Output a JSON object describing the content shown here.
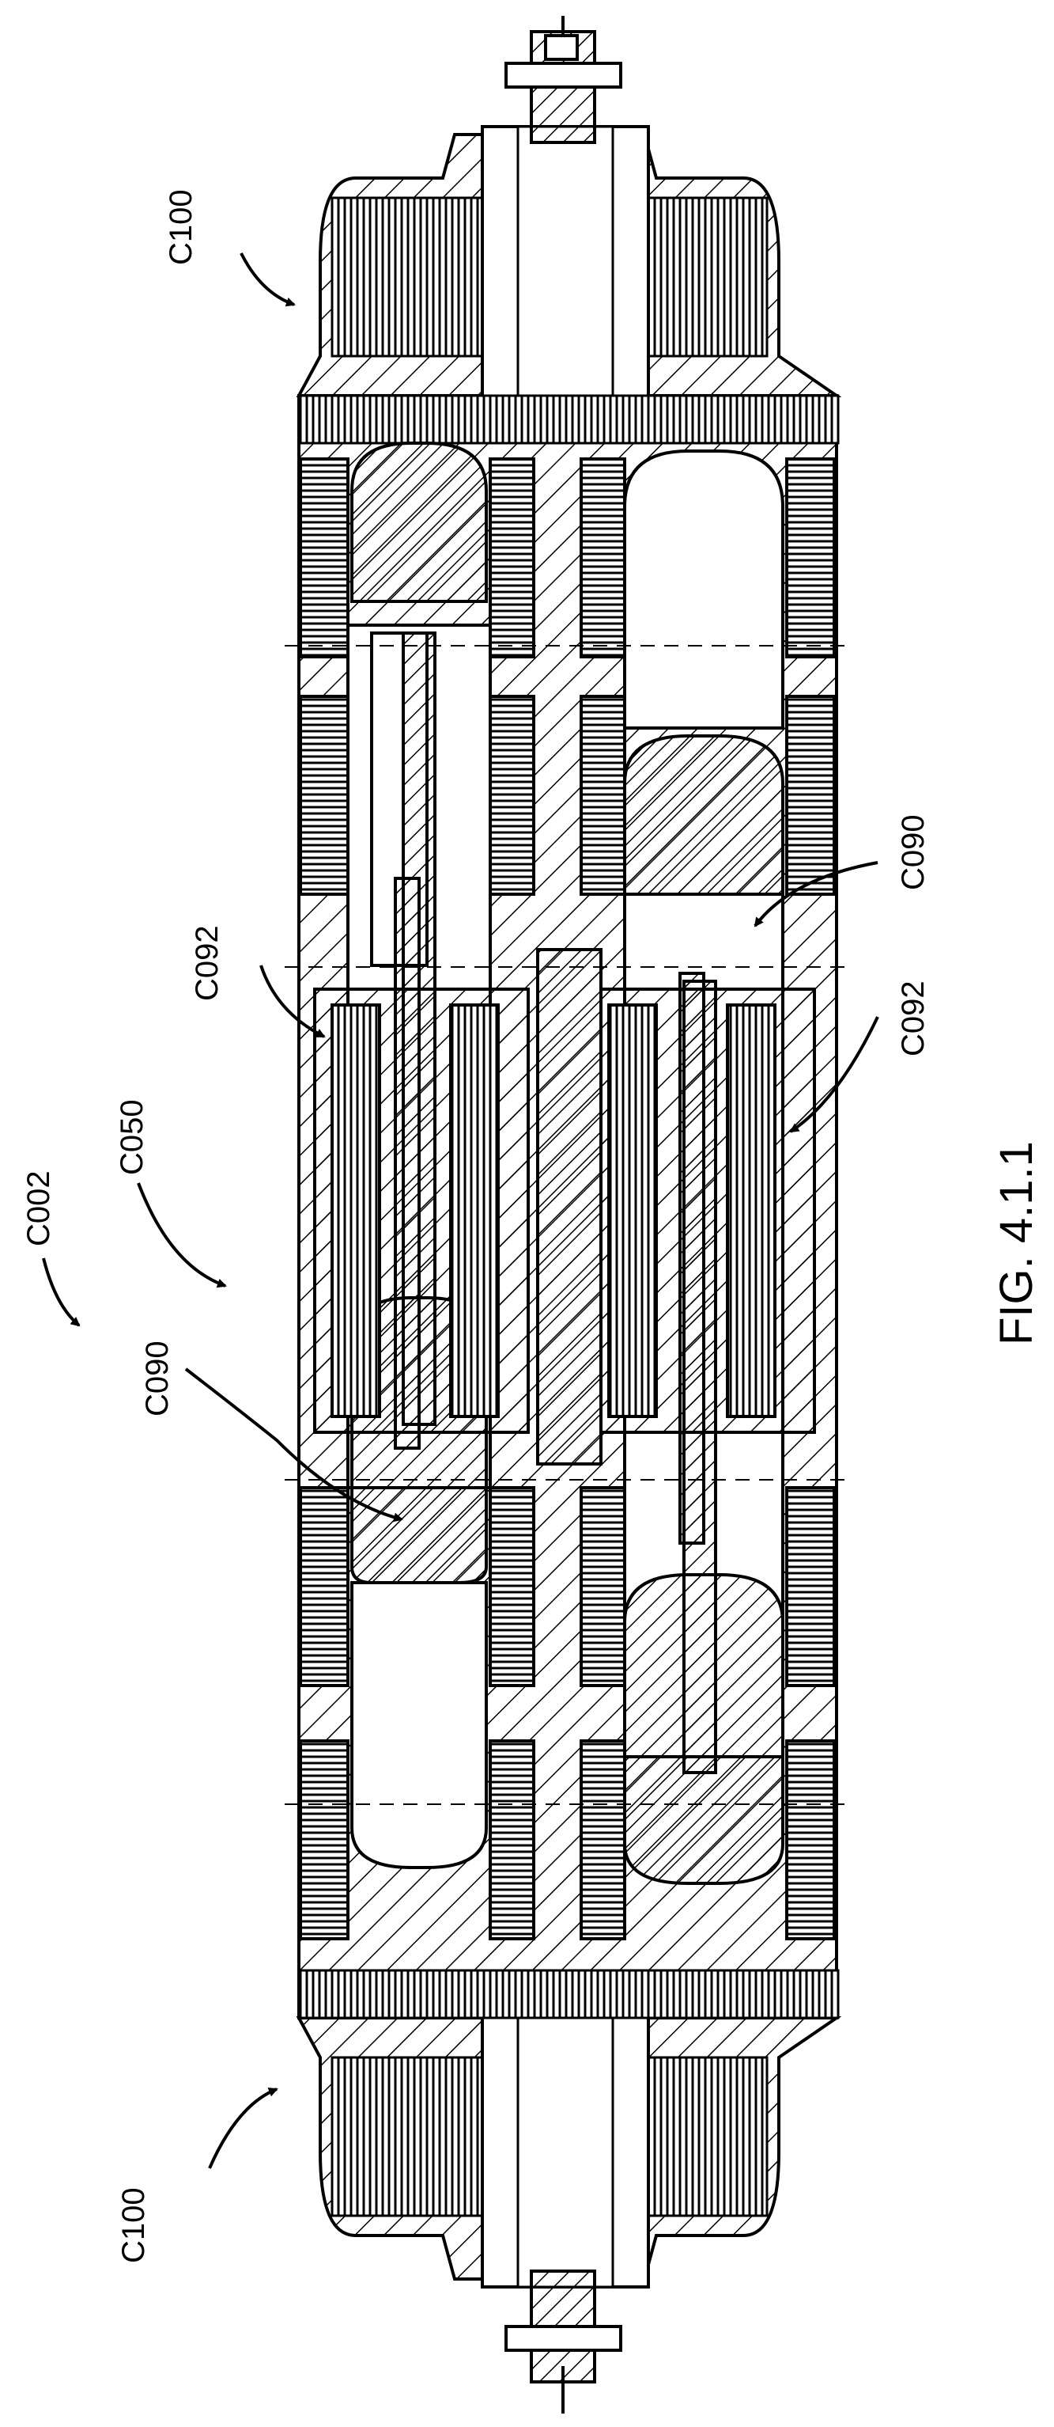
{
  "figure": {
    "caption": "FIG. 4.1.1",
    "labels": {
      "c100_top": "C100",
      "c100_bottom": "C100",
      "c002": "C002",
      "c050": "C050",
      "c090_left": "C090",
      "c090_right": "C090",
      "c092_left": "C092",
      "c092_right": "C092"
    }
  }
}
